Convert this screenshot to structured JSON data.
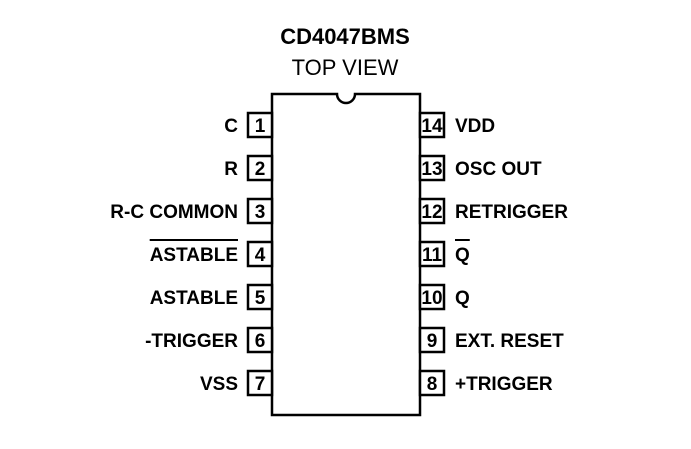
{
  "title": "CD4047BMS",
  "subtitle": "TOP VIEW",
  "left_pins": [
    {
      "number": "1",
      "label": "C",
      "overbar": false
    },
    {
      "number": "2",
      "label": "R",
      "overbar": false
    },
    {
      "number": "3",
      "label": "R-C COMMON",
      "overbar": false
    },
    {
      "number": "4",
      "label": "ASTABLE",
      "overbar": true
    },
    {
      "number": "5",
      "label": "ASTABLE",
      "overbar": false
    },
    {
      "number": "6",
      "label": "-TRIGGER",
      "overbar": false
    },
    {
      "number": "7",
      "label": "VSS",
      "overbar": false
    }
  ],
  "right_pins": [
    {
      "number": "14",
      "label": "VDD",
      "overbar": false
    },
    {
      "number": "13",
      "label": "OSC OUT",
      "overbar": false
    },
    {
      "number": "12",
      "label": "RETRIGGER",
      "overbar": false
    },
    {
      "number": "11",
      "label": "Q",
      "overbar": true
    },
    {
      "number": "10",
      "label": "Q",
      "overbar": false
    },
    {
      "number": "9",
      "label": "EXT. RESET",
      "overbar": false
    },
    {
      "number": "8",
      "label": "+TRIGGER",
      "overbar": false
    }
  ]
}
